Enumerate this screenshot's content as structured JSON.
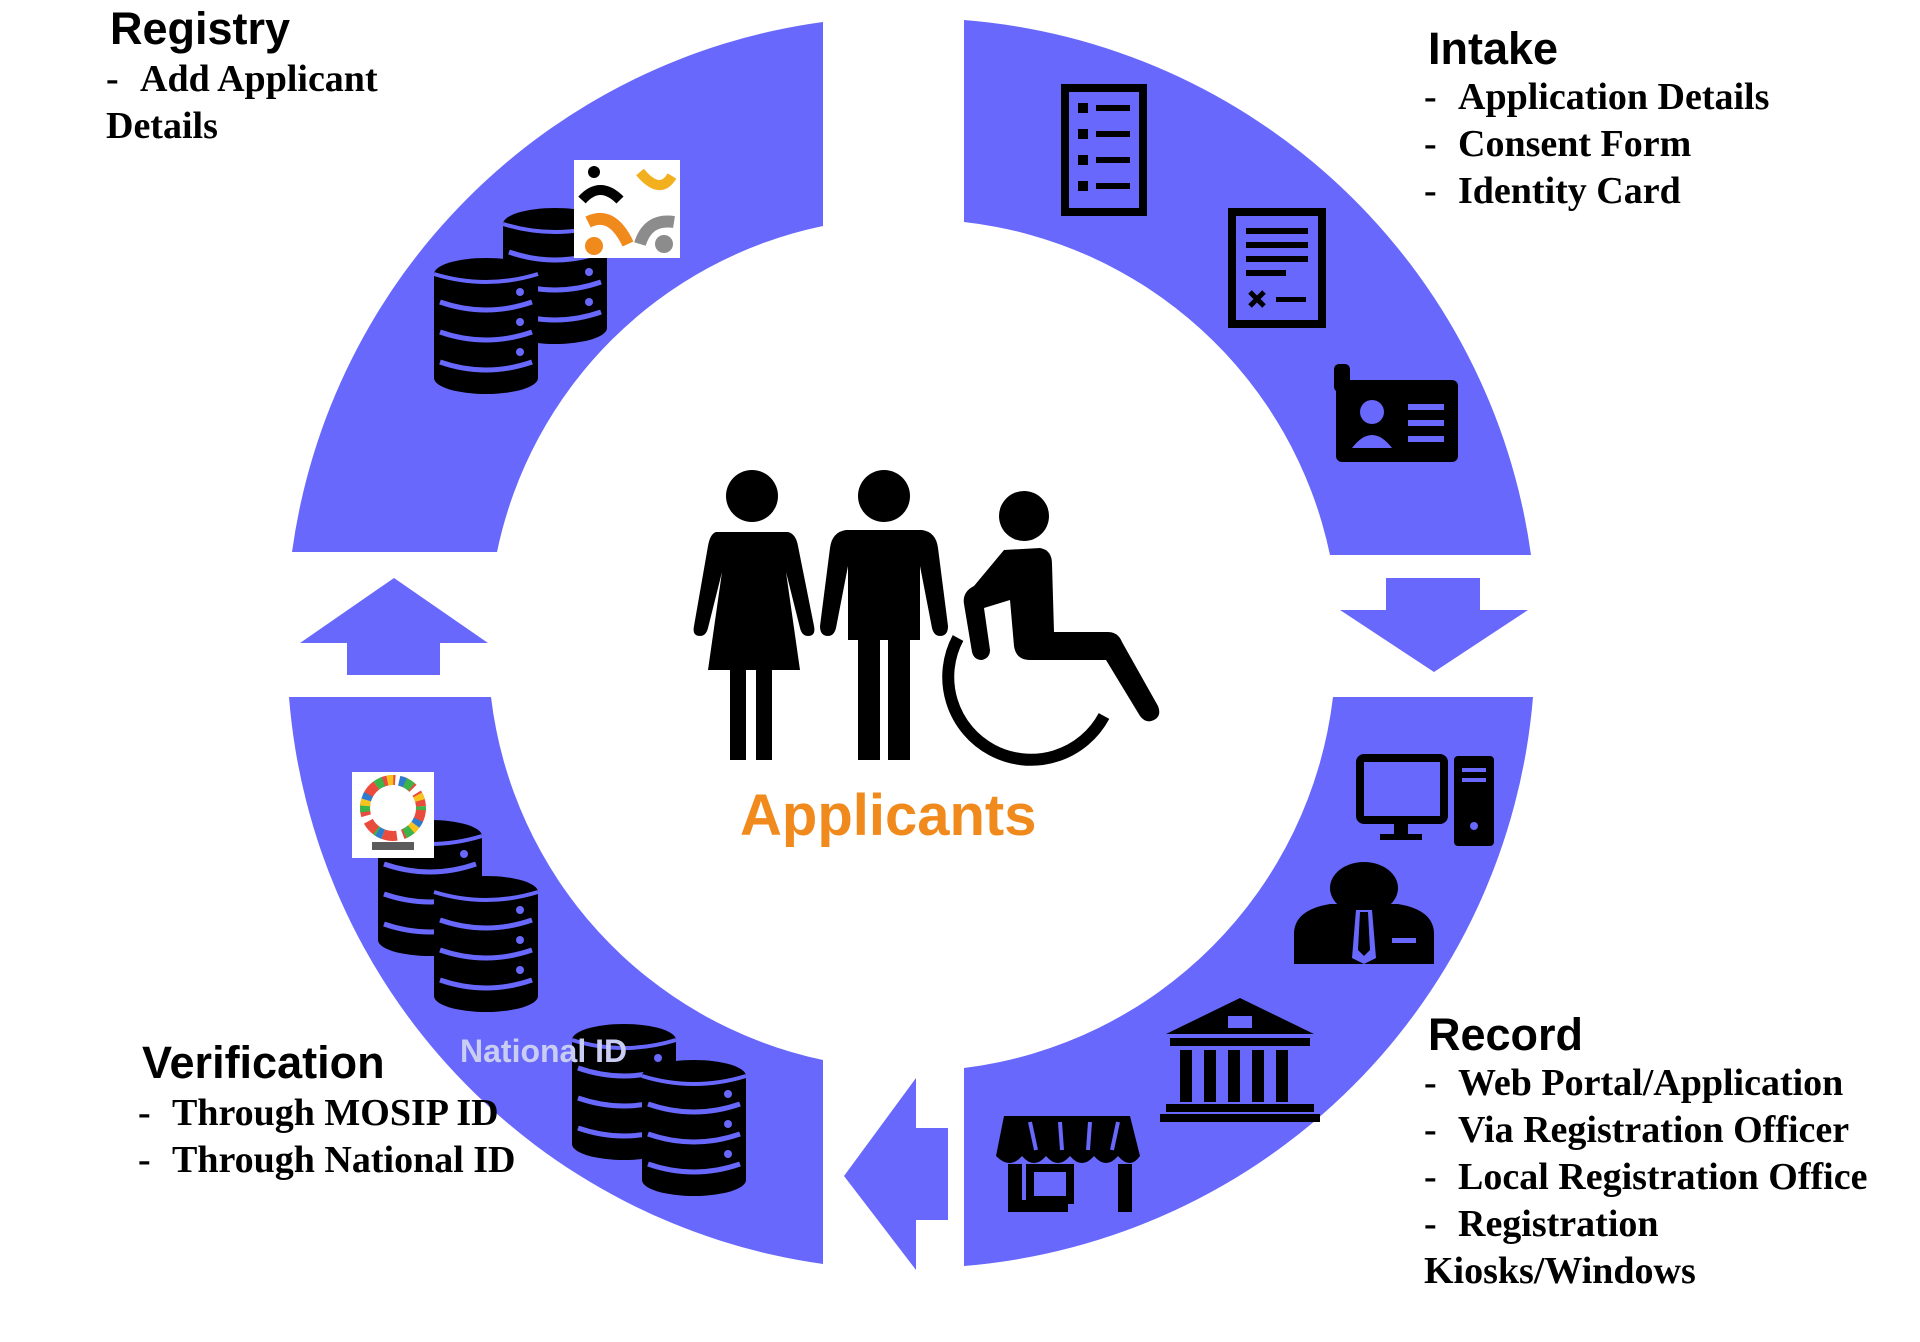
{
  "colors": {
    "ring": "#6868fc",
    "icon": "#000000",
    "accent": "#f08a1c",
    "label_faint": "#c9cdf2"
  },
  "center": {
    "label": "Applicants",
    "icons": [
      "woman-icon",
      "man-icon",
      "wheelchair-user-icon"
    ]
  },
  "sections": {
    "registry": {
      "title": "Registry",
      "items": [
        "Add Applicant Details"
      ],
      "icons": [
        "database-icon",
        "registry-logo-icon"
      ]
    },
    "intake": {
      "title": "Intake",
      "items": [
        "Application Details",
        "Consent Form",
        "Identity Card"
      ],
      "icons": [
        "checklist-icon",
        "form-icon",
        "id-card-icon"
      ]
    },
    "record": {
      "title": "Record",
      "items": [
        "Web Portal/Application",
        "Via Registration Officer",
        "Local Registration Office",
        "Registration Kiosks/Windows"
      ],
      "icons": [
        "computer-icon",
        "officer-icon",
        "office-building-icon",
        "kiosk-icon"
      ]
    },
    "verification": {
      "title": "Verification",
      "items": [
        "Through MOSIP ID",
        "Through National ID"
      ],
      "icons": [
        "database-icon",
        "mosip-logo-icon"
      ],
      "national_id_label": "National ID"
    }
  },
  "list_marker": "-"
}
